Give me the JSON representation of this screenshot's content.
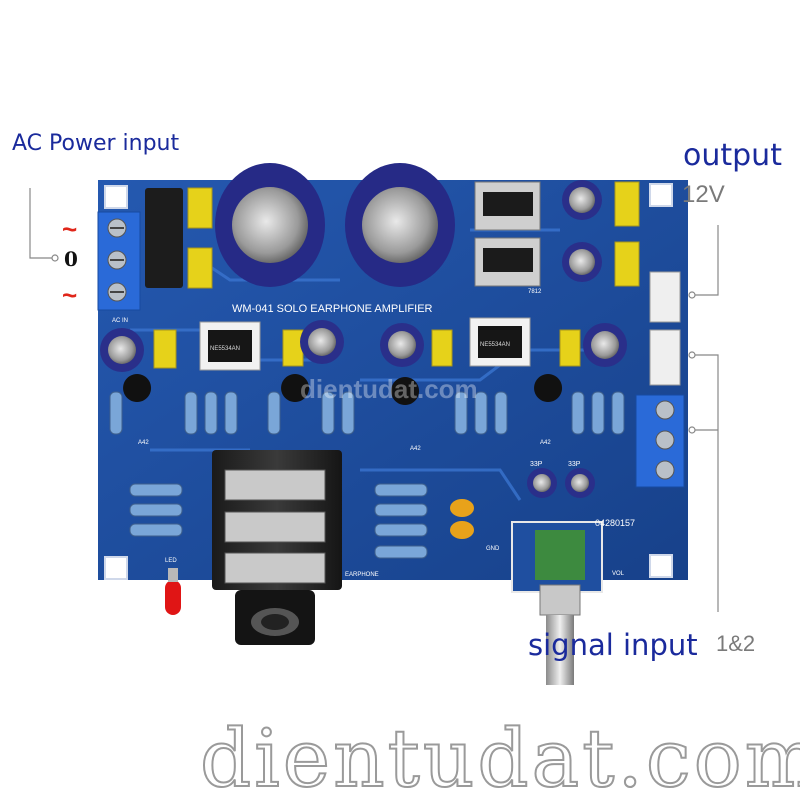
{
  "annotations": {
    "ac_power_input": "AC Power input",
    "output": "output",
    "output_voltage": "12V",
    "signal_input": "signal input",
    "signal_channels": "1&2",
    "ac_symbol_top": "~",
    "ac_symbol_mid": "0",
    "ac_symbol_bottom": "~"
  },
  "board": {
    "title_silkscreen": "WM-041 SOLO  EARPHONE AMPLIFIER",
    "serial": "04280157",
    "ac_in_label": "AC IN",
    "earphone_label": "EARPHONE",
    "led_label": "LED",
    "gnd_label": "GND",
    "vol_label": "VOL",
    "cap_label": "33P",
    "transistor_label": "A42",
    "ic_label": "NE5534AN",
    "regulator_label": "7812"
  },
  "watermarks": {
    "center": "dientudat.com",
    "bottom": "dientudat.com"
  },
  "colors": {
    "pcb_blue": "#1f4fa0",
    "label_blue": "#1a2a9c",
    "terminal_blue": "#2a6ad8",
    "film_cap_yellow": "#e6d21a",
    "electrolytic_navy": "#2a2f8a"
  }
}
